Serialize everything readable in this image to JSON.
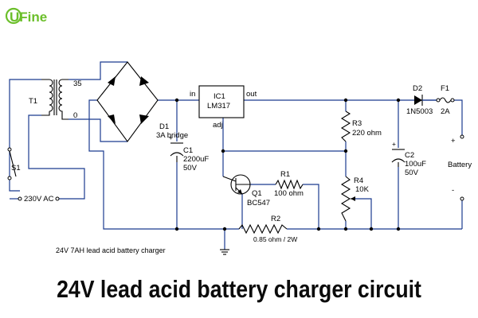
{
  "logo": {
    "text": "UFine",
    "color": "#6bbf2a"
  },
  "title": "24V lead acid battery charger circuit",
  "caption": "24V 7AH lead acid battery charger",
  "labels": {
    "transformer": "T1",
    "tap_top": "35",
    "tap_bottom": "0",
    "switch": "S1",
    "mains": "230V AC",
    "bridge_name": "D1",
    "bridge_desc": "3A bridge",
    "c1_name": "C1",
    "c1_value": "2200uF",
    "c1_voltage": "50V",
    "ic_name": "IC1",
    "ic_part": "LM317",
    "ic_in": "in",
    "ic_out": "out",
    "ic_adj": "adj",
    "r3_name": "R3",
    "r3_value": "220 ohm",
    "r4_name": "R4",
    "r4_value": "10K",
    "r1_name": "R1",
    "r1_value": "100 ohm",
    "q1_name": "Q1",
    "q1_part": "BC547",
    "r2_name": "R2",
    "r2_value": "0.85 ohm / 2W",
    "c2_name": "C2",
    "c2_value": "100uF",
    "c2_voltage": "50V",
    "d2_name": "D2",
    "d2_part": "1N5003",
    "f1_name": "F1",
    "f1_value": "2A",
    "battery": "Battery",
    "batt_plus": "+",
    "batt_minus": "-",
    "c_plus": "+"
  },
  "colors": {
    "wire": "#1b3b8f",
    "component": "#000000",
    "logo": "#6bbf2a"
  }
}
